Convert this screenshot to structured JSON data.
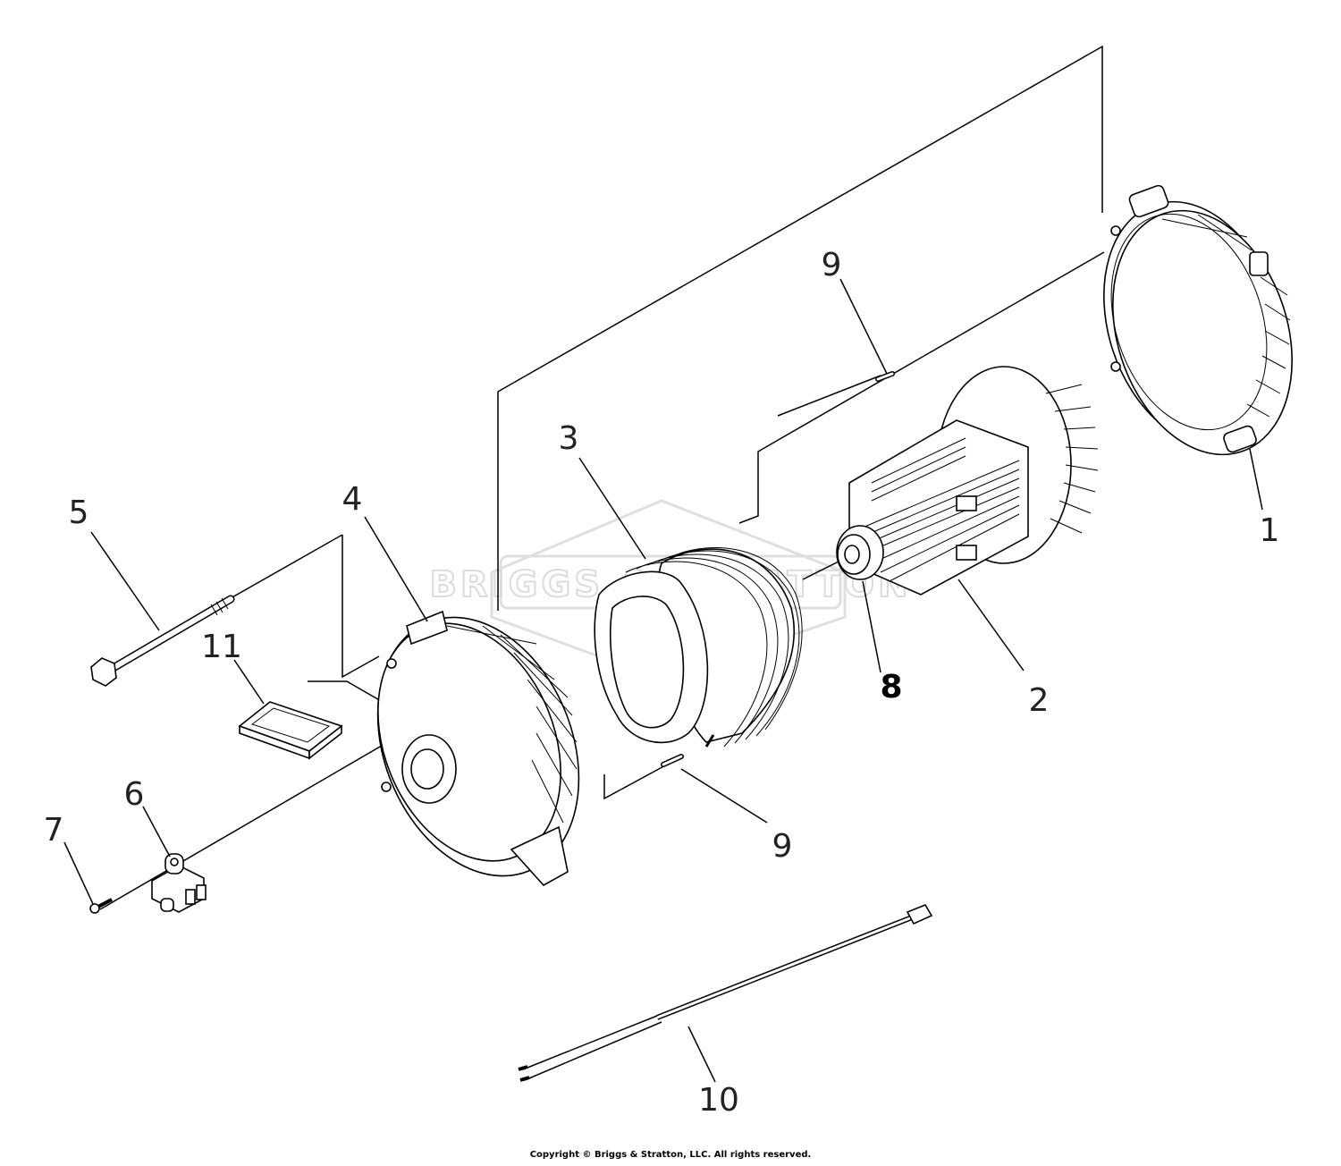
{
  "diagram": {
    "callouts": {
      "c1": "1",
      "c2": "2",
      "c3": "3",
      "c4": "4",
      "c5": "5",
      "c6": "6",
      "c7": "7",
      "c8": "8",
      "c9a": "9",
      "c9b": "9",
      "c10": "10",
      "c11": "11"
    },
    "watermark": "BRIGGS & STRATTON"
  },
  "footer": {
    "copyright": "Copyright © Briggs & Stratton, LLC. All rights reserved."
  }
}
